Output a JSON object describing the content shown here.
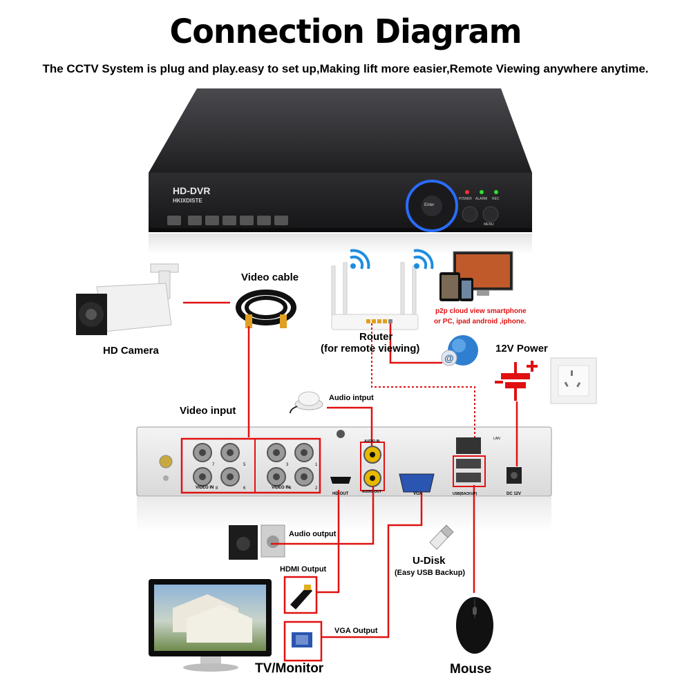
{
  "header": {
    "title": "Connection Diagram",
    "subtitle": "The CCTV System is plug and play.easy to set up,Making lift more easier,Remote Viewing anywhere anytime."
  },
  "dvr": {
    "brand": "HD-DVR",
    "model": "HKIXDISTE",
    "enter": "Enter",
    "leds": [
      "POWER",
      "ALARM",
      "REC"
    ],
    "menu": "MENU"
  },
  "labels": {
    "video_cable": "Video cable",
    "hd_camera": "HD Camera",
    "router": "Router",
    "router_note": "(for remote viewing)",
    "p2p_line1": "p2p cloud  view smartphone",
    "p2p_line2": "or PC, ipad android ,iphone.",
    "power": "12V Power",
    "audio_input": "Audio intput",
    "video_input": "Video input",
    "audio_output": "Audio output",
    "hdmi_output": "HDMI Output",
    "vga_output": "VGA Output",
    "udisk": "U-Disk",
    "udisk_note": "(Easy USB Backup)",
    "tv": "TV/Monitor",
    "mouse": "Mouse"
  },
  "rear_panel": {
    "video_in_left": "VIDEO IN",
    "video_in_right": "VIDEO IN",
    "audio_in": "AUDIO IN",
    "audio_out": "AUDIO OUT",
    "hd_out": "HD-OUT",
    "vga": "VGA",
    "lan": "LAN",
    "usb": "USB(BACKUP)",
    "dc": "DC 12V",
    "channel_numbers": [
      "7",
      "5",
      "3",
      "1",
      "8",
      "6",
      "4",
      "2"
    ]
  },
  "colors": {
    "accent_red": "#e01010",
    "dvr_body": "#2b2b2d",
    "dvr_front_ring": "#2a6cff"
  }
}
